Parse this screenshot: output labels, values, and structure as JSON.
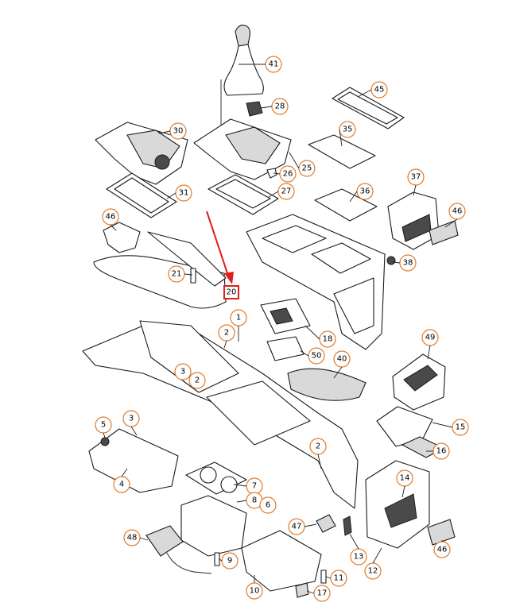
{
  "colors": {
    "callout_ring": "#e07b2a",
    "highlight": "#e21b1b",
    "line_art": "#1a1a1a"
  },
  "highlight": {
    "label": "20"
  },
  "callouts": [
    {
      "id": "c41",
      "label": "41"
    },
    {
      "id": "c45",
      "label": "45"
    },
    {
      "id": "c28",
      "label": "28"
    },
    {
      "id": "c30",
      "label": "30"
    },
    {
      "id": "c35",
      "label": "35"
    },
    {
      "id": "c26",
      "label": "26"
    },
    {
      "id": "c25",
      "label": "25"
    },
    {
      "id": "c31",
      "label": "31"
    },
    {
      "id": "c27",
      "label": "27"
    },
    {
      "id": "c36",
      "label": "36"
    },
    {
      "id": "c37",
      "label": "37"
    },
    {
      "id": "c46a",
      "label": "46"
    },
    {
      "id": "c46b",
      "label": "46"
    },
    {
      "id": "c38",
      "label": "38"
    },
    {
      "id": "c21",
      "label": "21"
    },
    {
      "id": "c1",
      "label": "1"
    },
    {
      "id": "c2a",
      "label": "2"
    },
    {
      "id": "c18",
      "label": "18"
    },
    {
      "id": "c49",
      "label": "49"
    },
    {
      "id": "c50",
      "label": "50"
    },
    {
      "id": "c40",
      "label": "40"
    },
    {
      "id": "c3a",
      "label": "3"
    },
    {
      "id": "c2b",
      "label": "2"
    },
    {
      "id": "c15",
      "label": "15"
    },
    {
      "id": "c5",
      "label": "5"
    },
    {
      "id": "c3b",
      "label": "3"
    },
    {
      "id": "c2c",
      "label": "2"
    },
    {
      "id": "c16",
      "label": "16"
    },
    {
      "id": "c4",
      "label": "4"
    },
    {
      "id": "c7",
      "label": "7"
    },
    {
      "id": "c8",
      "label": "8"
    },
    {
      "id": "c6",
      "label": "6"
    },
    {
      "id": "c14",
      "label": "14"
    },
    {
      "id": "c47",
      "label": "47"
    },
    {
      "id": "c48",
      "label": "48"
    },
    {
      "id": "c9",
      "label": "9"
    },
    {
      "id": "c13",
      "label": "13"
    },
    {
      "id": "c46c",
      "label": "46"
    },
    {
      "id": "c11",
      "label": "11"
    },
    {
      "id": "c12",
      "label": "12"
    },
    {
      "id": "c10",
      "label": "10"
    },
    {
      "id": "c17",
      "label": "17"
    }
  ]
}
